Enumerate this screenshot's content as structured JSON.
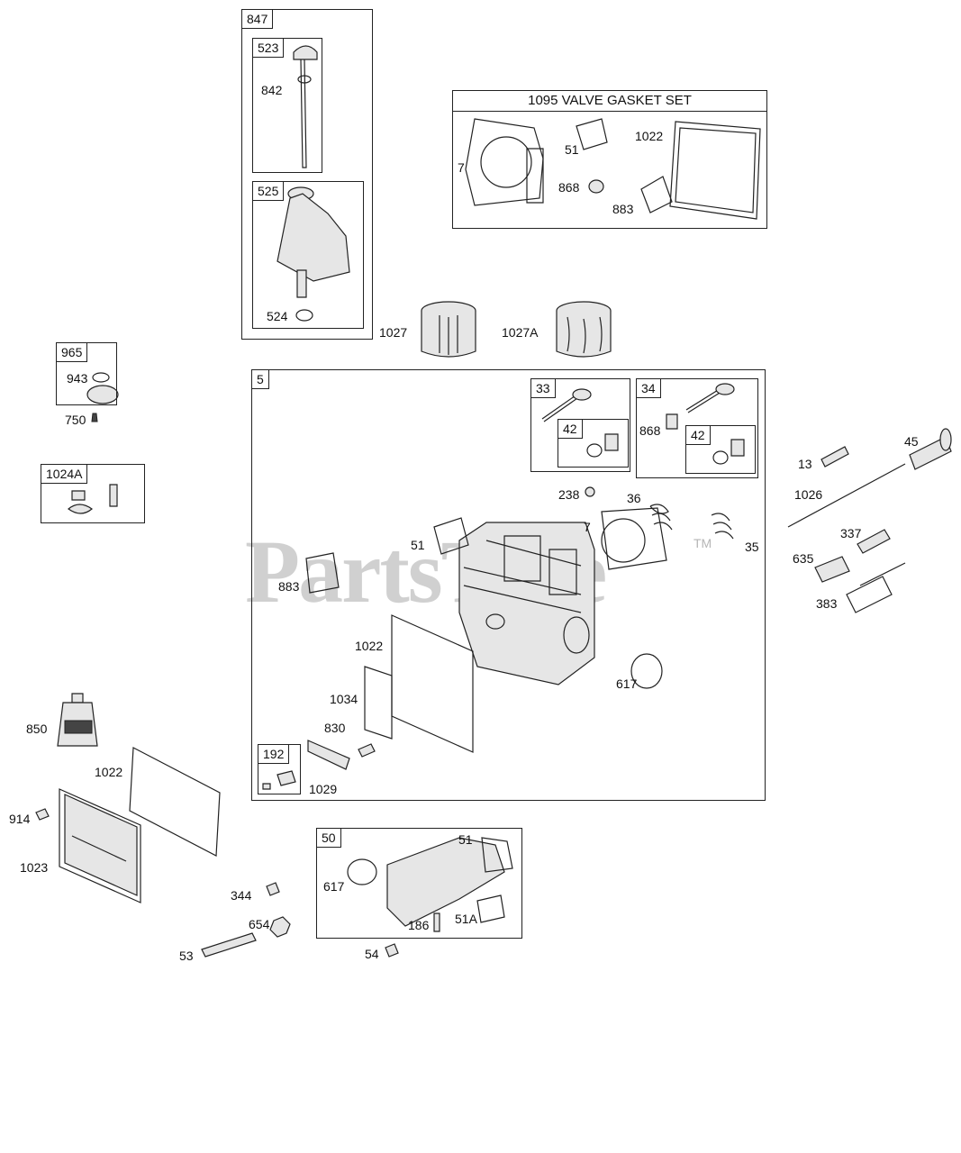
{
  "watermark": {
    "brand": "PartsTree",
    "tm": "TM"
  },
  "groups": {
    "g847": "847",
    "g523": "523",
    "g525": "525",
    "g965": "965",
    "g1024a": "1024A",
    "g5": "5",
    "g33": "33",
    "g34": "34",
    "g42a": "42",
    "g42b": "42",
    "g192": "192",
    "g50": "50",
    "valve_gasket_set": "1095 VALVE GASKET SET"
  },
  "labels": {
    "p842": "842",
    "p524": "524",
    "p943": "943",
    "p750": "750",
    "p7a": "7",
    "p51a": "51",
    "p1022a": "1022",
    "p868a": "868",
    "p883a": "883",
    "p1027": "1027",
    "p1027a": "1027A",
    "p868b": "868",
    "p238": "238",
    "p36": "36",
    "p7b": "7",
    "p35": "35",
    "p51b": "51",
    "p883b": "883",
    "p1022b": "1022",
    "p1034": "1034",
    "p830": "830",
    "p1029": "1029",
    "p617a": "617",
    "p13": "13",
    "p45": "45",
    "p1026": "1026",
    "p337": "337",
    "p635": "635",
    "p383": "383",
    "p850": "850",
    "p1022c": "1022",
    "p914": "914",
    "p1023": "1023",
    "p344": "344",
    "p654": "654",
    "p53": "53",
    "p51c": "51",
    "p617b": "617",
    "p186": "186",
    "p51A": "51A",
    "p54": "54"
  }
}
